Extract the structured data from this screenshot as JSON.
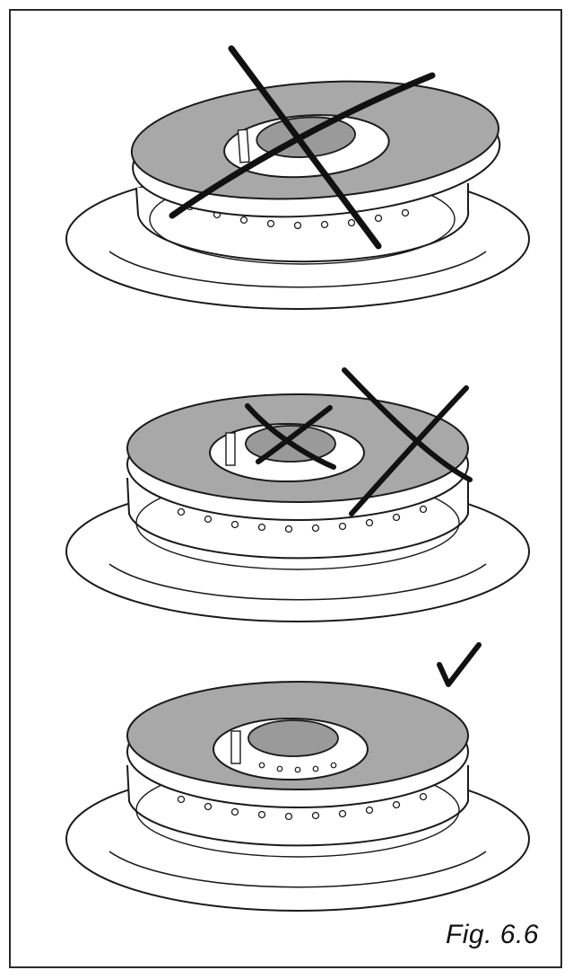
{
  "figure": {
    "caption": "Fig. 6.6"
  },
  "panels": [
    {
      "mark": "cross"
    },
    {
      "mark": "double-cross"
    },
    {
      "mark": "check"
    }
  ],
  "colors": {
    "cap_fill": "#a8a8a8",
    "cap_inner_fill": "#9a9a9a",
    "line": "#1a1a1a",
    "mark": "#111111"
  }
}
